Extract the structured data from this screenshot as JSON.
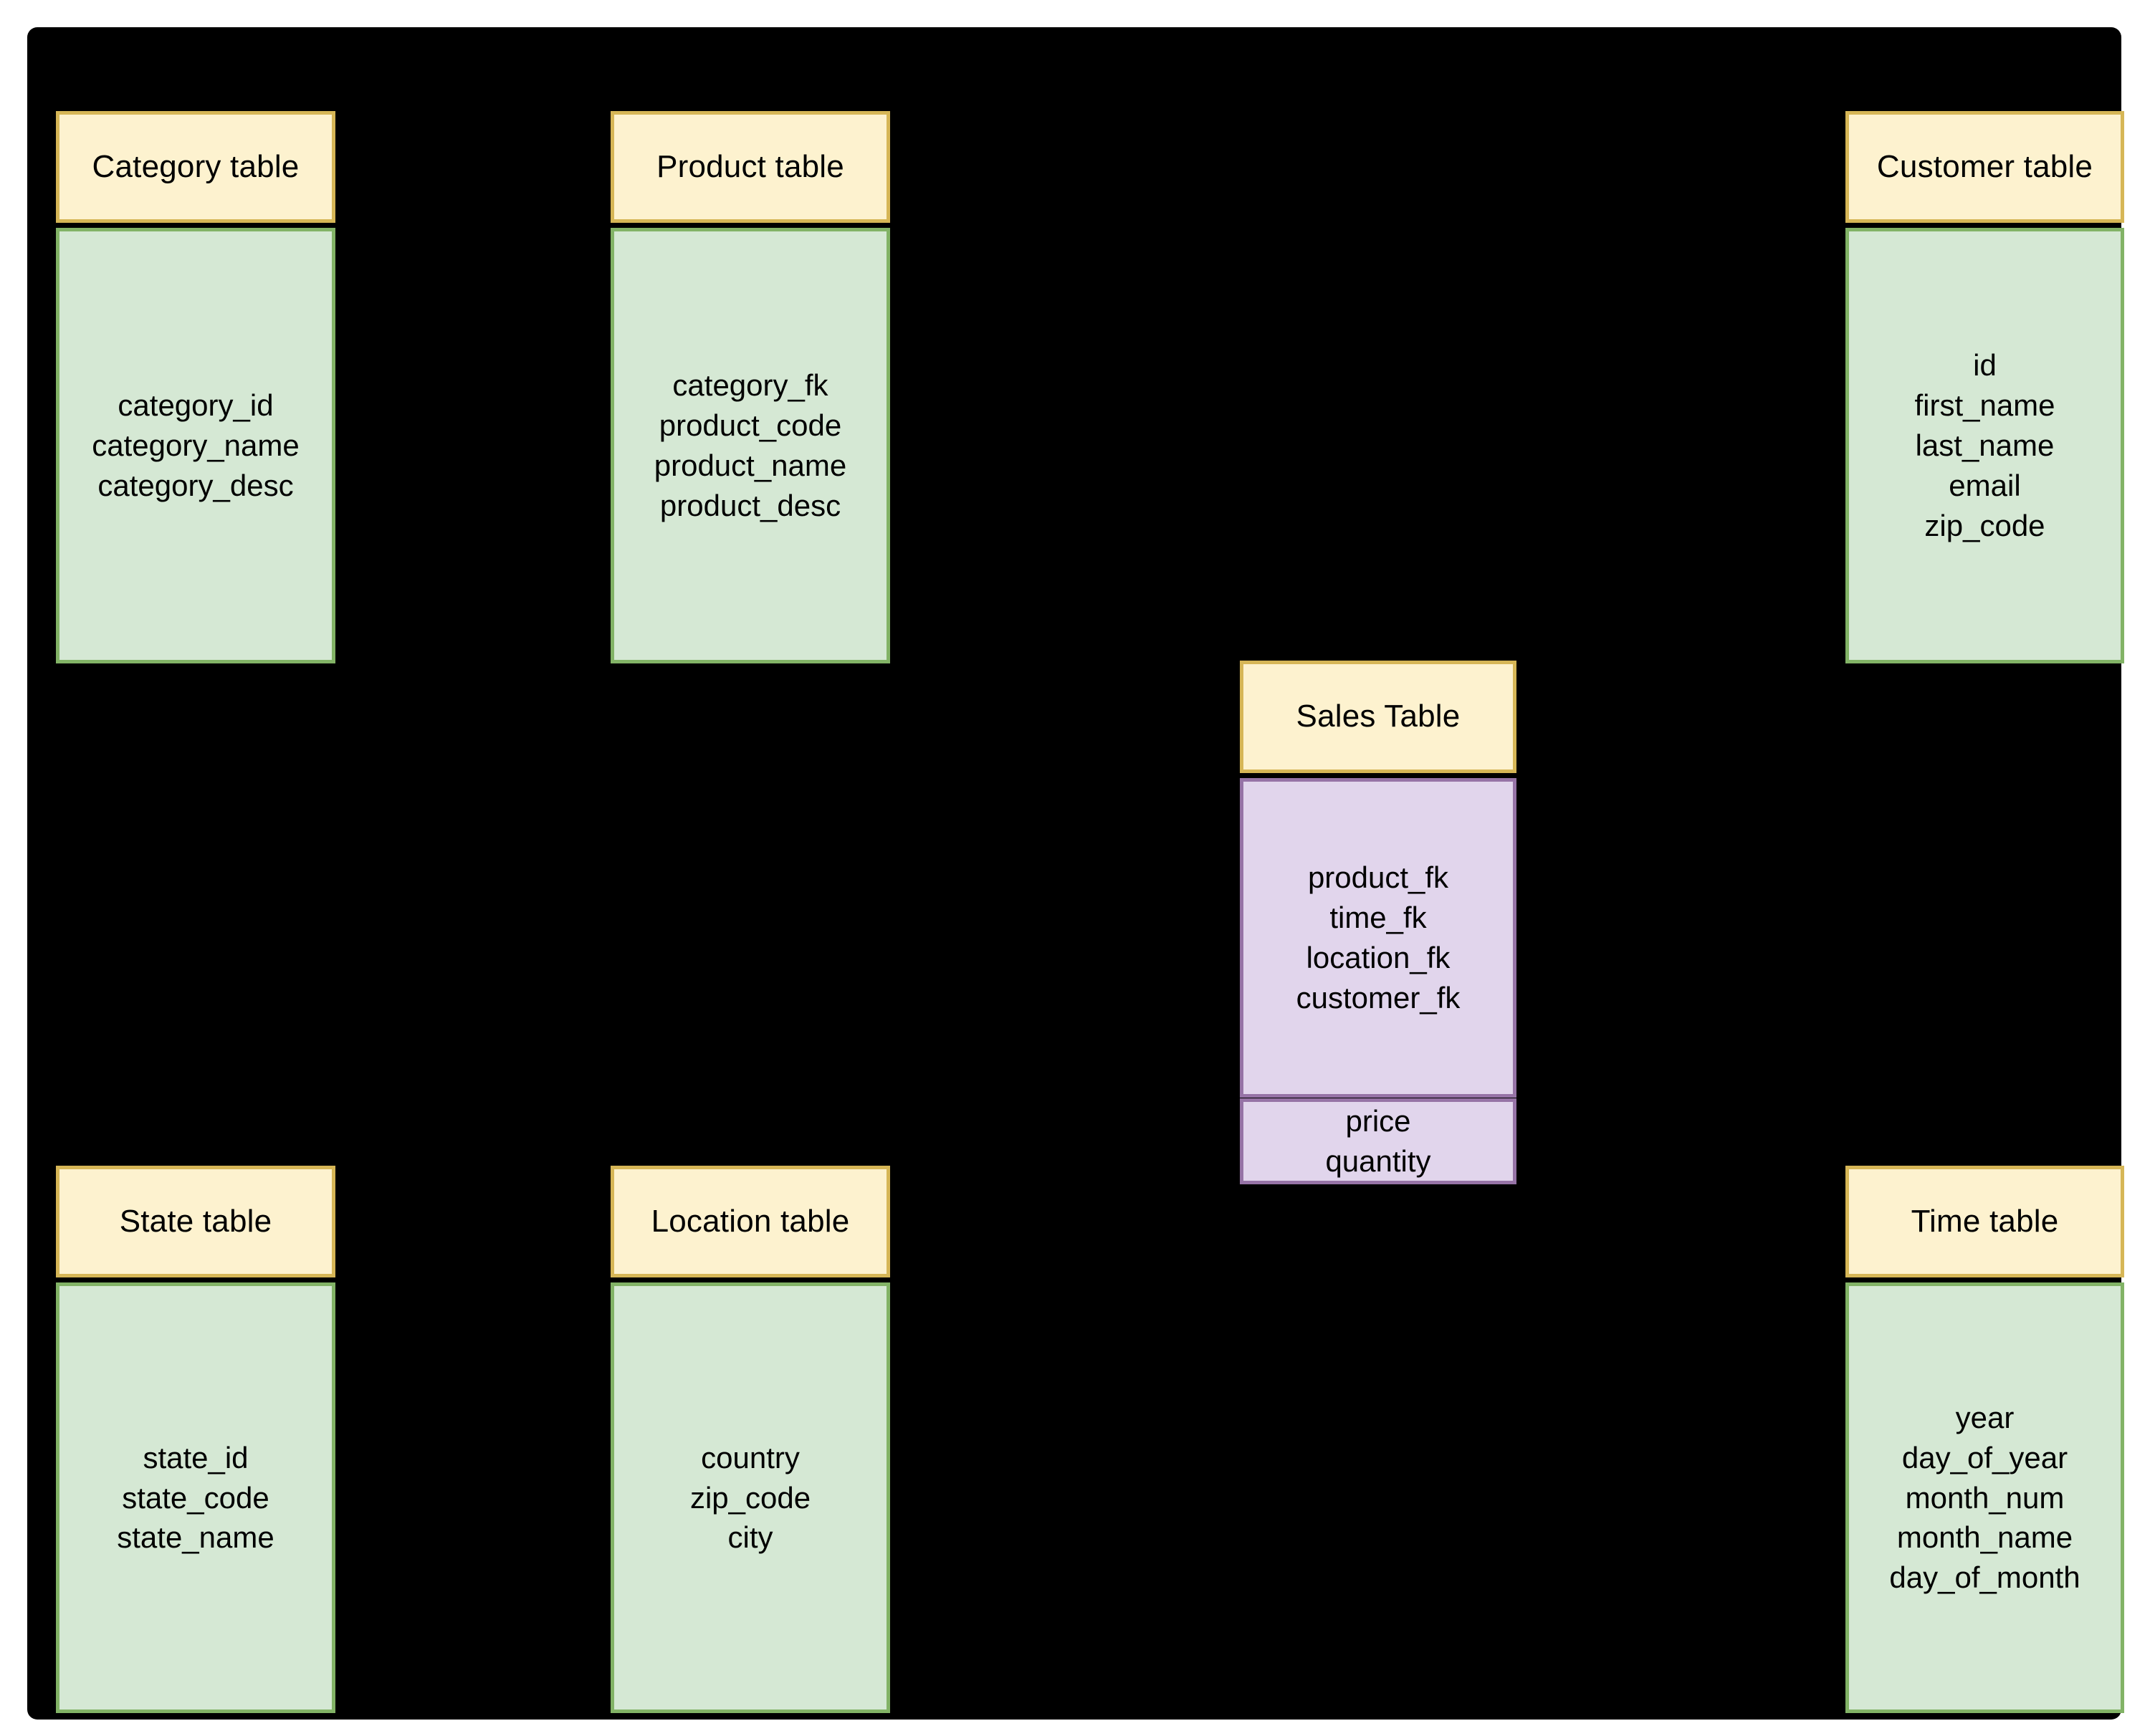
{
  "diagram": {
    "type": "star-schema",
    "canvas_background": "#000000",
    "page_background": "#ffffff",
    "palette": {
      "header_fill": "#fdf2cf",
      "header_border": "#d6b656",
      "dimension_fill": "#d5e8d4",
      "dimension_border": "#82b366",
      "fact_fill": "#e1d5ec",
      "fact_border": "#9673a6",
      "text": "#000000"
    }
  },
  "entities": {
    "category": {
      "title": "Category table",
      "fields": "category_id\ncategory_name\ncategory_desc",
      "field_list": [
        "category_id",
        "category_name",
        "category_desc"
      ]
    },
    "product": {
      "title": "Product table",
      "fields": "category_fk\nproduct_code\nproduct_name\nproduct_desc",
      "field_list": [
        "category_fk",
        "product_code",
        "product_name",
        "product_desc"
      ]
    },
    "customer": {
      "title": "Customer table",
      "fields": "id\nfirst_name\nlast_name\nemail\nzip_code",
      "field_list": [
        "id",
        "first_name",
        "last_name",
        "email",
        "zip_code"
      ]
    },
    "state": {
      "title": "State table",
      "fields": "state_id\nstate_code\nstate_name",
      "field_list": [
        "state_id",
        "state_code",
        "state_name"
      ]
    },
    "location": {
      "title": "Location table",
      "fields": "country\nzip_code\ncity",
      "field_list": [
        "country",
        "zip_code",
        "city"
      ]
    },
    "time": {
      "title": "Time table",
      "fields": "year\nday_of_year\nmonth_num\nmonth_name\nday_of_month",
      "field_list": [
        "year",
        "day_of_year",
        "month_num",
        "month_name",
        "day_of_month"
      ]
    },
    "sales": {
      "title": "Sales Table",
      "keys": "product_fk\ntime_fk\nlocation_fk\ncustomer_fk",
      "key_list": [
        "product_fk",
        "time_fk",
        "location_fk",
        "customer_fk"
      ],
      "measures": "price\nquantity",
      "measure_list": [
        "price",
        "quantity"
      ]
    }
  }
}
